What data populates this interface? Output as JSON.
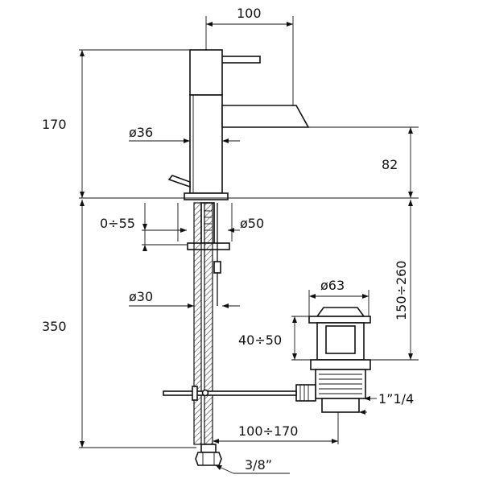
{
  "labels": {
    "spout_projection": "100",
    "height_total_top": "170",
    "body_diameter": "ø36",
    "spout_height": "82",
    "deck_thickness": "0÷55",
    "hole_diameter": "ø50",
    "shank_diameter": "ø30",
    "height_total_bottom": "350",
    "waste_range": "150÷260",
    "waste_diameter": "ø63",
    "waste_adjust": "40÷50",
    "waste_thread": "1”1/4",
    "rod_range": "100÷170",
    "hose_connection": "3/8”"
  }
}
